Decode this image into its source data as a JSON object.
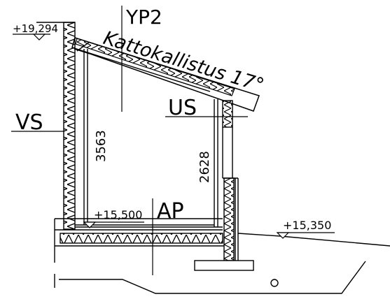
{
  "labels": {
    "grid_line": "YP2",
    "roof_slope": "Kattokallistus 17°",
    "outer_wall_line": "VS",
    "inner_wall_line": "US",
    "floor_line": "AP"
  },
  "levels": {
    "roof_top": "+19,294",
    "floor": "+15,500",
    "ground": "+15,350"
  },
  "dimensions": {
    "tall_wall_height": "3563",
    "short_wall_height": "2628"
  },
  "colors": {
    "line": "#000000",
    "background": "#ffffff"
  }
}
